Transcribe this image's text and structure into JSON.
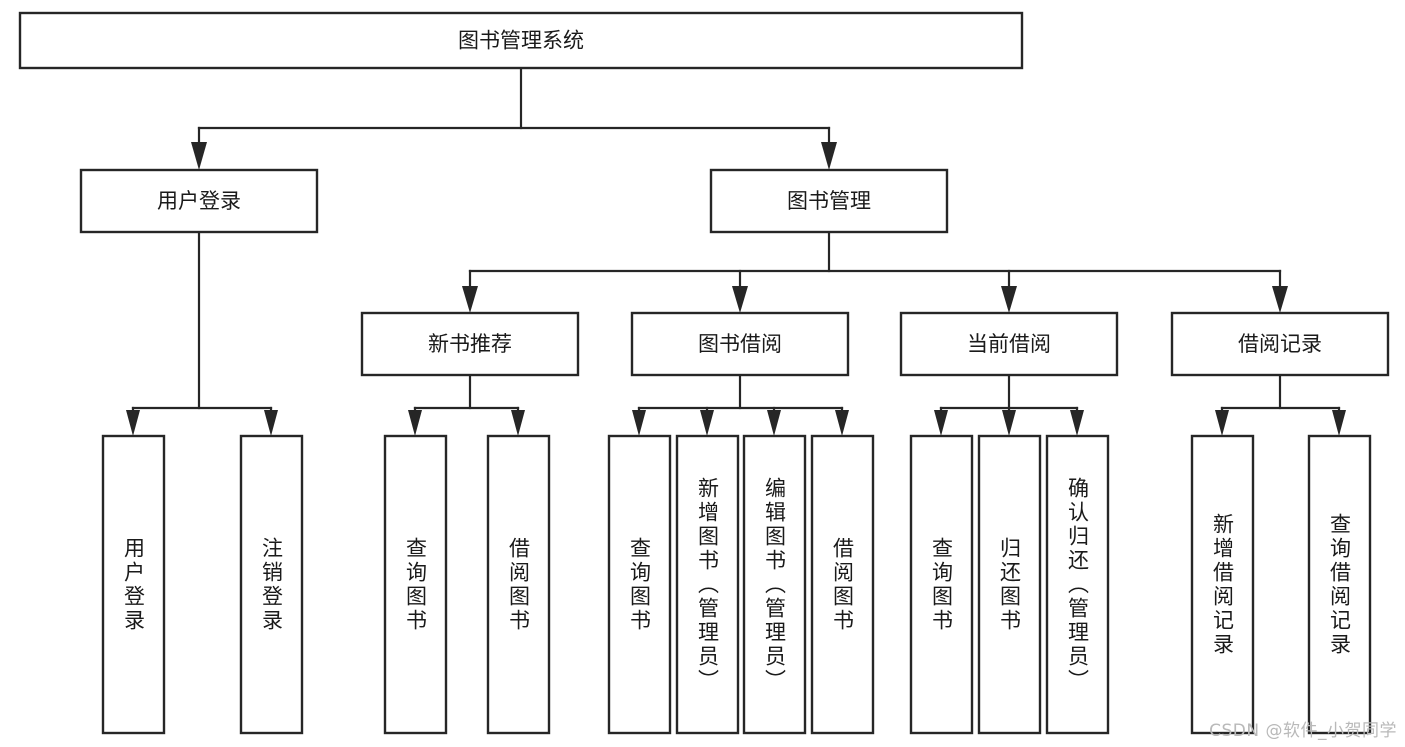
{
  "diagram": {
    "title": "图书管理系统",
    "type": "hierarchy-tree",
    "watermark": "CSDN @软件_小贺同学",
    "colors": {
      "background": "#ffffff",
      "box_stroke": "#262626",
      "box_fill": "#ffffff",
      "text": "#1a1a1a",
      "watermark": "#b9b9b9"
    },
    "root": {
      "label": "图书管理系统",
      "id": "root"
    },
    "level2": [
      {
        "id": "user-login",
        "label": "用户登录"
      },
      {
        "id": "book-manage",
        "label": "图书管理"
      }
    ],
    "level3": [
      {
        "id": "new-book-recommend",
        "label": "新书推荐",
        "parent": "book-manage"
      },
      {
        "id": "book-borrow",
        "label": "图书借阅",
        "parent": "book-manage"
      },
      {
        "id": "current-borrow",
        "label": "当前借阅",
        "parent": "book-manage"
      },
      {
        "id": "borrow-record",
        "label": "借阅记录",
        "parent": "book-manage"
      }
    ],
    "leaves": [
      {
        "id": "leaf-user-login",
        "label": "用户登录",
        "parent": "user-login"
      },
      {
        "id": "leaf-logout",
        "label": "注销登录",
        "parent": "user-login"
      },
      {
        "id": "leaf-query-book-1",
        "label": "查询图书",
        "parent": "new-book-recommend"
      },
      {
        "id": "leaf-borrow-book-1",
        "label": "借阅图书",
        "parent": "new-book-recommend"
      },
      {
        "id": "leaf-query-book-2",
        "label": "查询图书",
        "parent": "book-borrow"
      },
      {
        "id": "leaf-add-book",
        "label": "新增图书（管理员）",
        "parent": "book-borrow"
      },
      {
        "id": "leaf-edit-book",
        "label": "编辑图书（管理员）",
        "parent": "book-borrow"
      },
      {
        "id": "leaf-borrow-book-2",
        "label": "借阅图书",
        "parent": "book-borrow"
      },
      {
        "id": "leaf-query-book-3",
        "label": "查询图书",
        "parent": "current-borrow"
      },
      {
        "id": "leaf-return-book",
        "label": "归还图书",
        "parent": "current-borrow"
      },
      {
        "id": "leaf-confirm-return",
        "label": "确认归还（管理员）",
        "parent": "current-borrow"
      },
      {
        "id": "leaf-add-record",
        "label": "新增借阅记录",
        "parent": "borrow-record"
      },
      {
        "id": "leaf-query-record",
        "label": "查询借阅记录",
        "parent": "borrow-record"
      }
    ]
  }
}
